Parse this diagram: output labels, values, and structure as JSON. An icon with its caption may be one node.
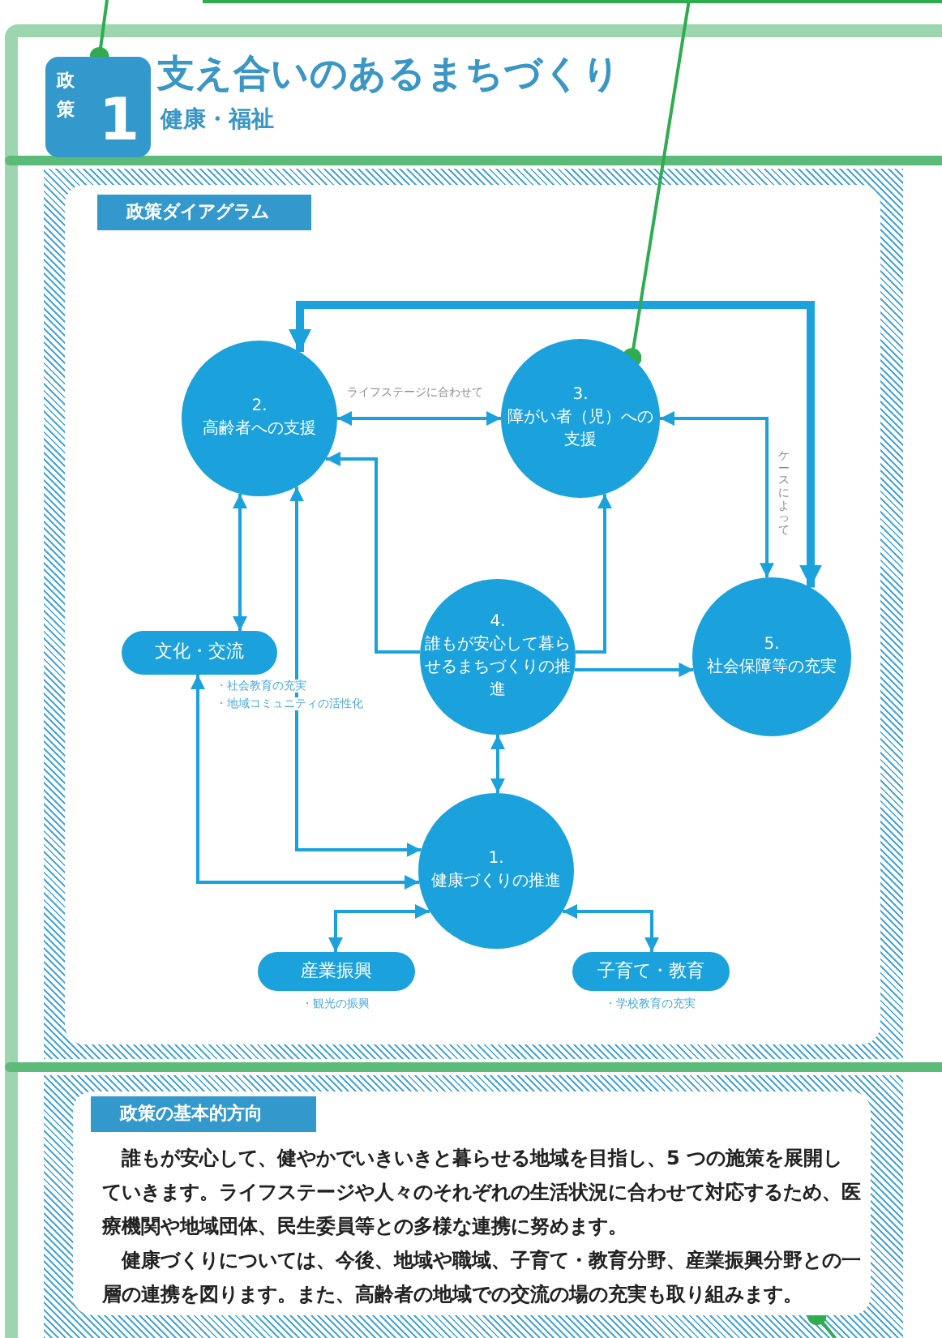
{
  "diagram": {
    "title": "支え合いのあるまちづくり",
    "nodes": [
      {
        "text": [
          "政策",
          "1"
        ]
      },
      {
        "text": [
          "政策ダイアグラム"
        ]
      },
      {
        "text": [
          "2.",
          "高齢者への支援"
        ]
      },
      {
        "text": [
          "3.",
          "障がい者（児）への支援"
        ]
      },
      {
        "text": [
          "文化・交流"
        ],
        "beside": [
          "・社会教育の充実",
          "・地域コミュニティの活性化"
        ]
      },
      {
        "text": [
          "4.",
          "誰もが安心して暮らせるまちづくりの推進"
        ]
      },
      {
        "text": [
          "5.",
          "社会保障等の充実"
        ]
      },
      {
        "text": [
          "1.",
          "健康づくりの推進"
        ]
      },
      {
        "text": [
          "産業振興"
        ],
        "beside": [
          "・観光の振興"
        ]
      },
      {
        "text": [
          "子育て・教育"
        ],
        "beside": [
          "・学校教育の充実"
        ]
      },
      {
        "text": [
          "誰もが安心して、健やかでいきいきと暮らせる地域を目指し、5 つの施策を展開していきます。ライフステージや人々のそれぞれの生活状況に合わせて対応するため、医療機関や地域団体、民生委員等との多様な連携に努めます。",
          "健康づくりについては、今後、地域や職域、子育て・教育分野、産業振興分野との一層の連携を図ります。また、高齢者の地域での交流の場の充実も取り組みます。"
        ]
      },
      {
        "text": [
          "政策の基本的方向"
        ],
        "in": 10
      }
    ],
    "edges": [
      {
        "from": 2,
        "to": 6,
        "arrow": "both",
        "style": "thick"
      },
      {
        "from": 2,
        "to": 3,
        "arrow": "both",
        "label": "ライフステージに合わせて"
      },
      {
        "from": 3,
        "to": 6,
        "arrow": "both",
        "label": "ケースによって"
      },
      {
        "from": 2,
        "to": 4,
        "arrow": "both"
      },
      {
        "from": 5,
        "to": 2,
        "arrow": "to"
      },
      {
        "from": 5,
        "to": 3,
        "arrow": "to"
      },
      {
        "from": 5,
        "to": 6,
        "arrow": "to"
      },
      {
        "from": 5,
        "to": 7,
        "arrow": "both"
      },
      {
        "from": 2,
        "to": 7,
        "arrow": "both"
      },
      {
        "from": 4,
        "to": 7,
        "arrow": "both"
      },
      {
        "from": 7,
        "to": 8,
        "arrow": "both"
      },
      {
        "from": 7,
        "to": 9,
        "arrow": "both"
      },
      {
        "from": null,
        "to": 0,
        "arrow": "other",
        "color": "#2eac4f"
      },
      {
        "from": null,
        "to": 3,
        "arrow": "other",
        "color": "#2eac4f"
      },
      {
        "from": null,
        "to": 10,
        "arrow": "other",
        "color": "#2eac4f"
      }
    ],
    "labels": [
      "健康・福祉"
    ]
  }
}
